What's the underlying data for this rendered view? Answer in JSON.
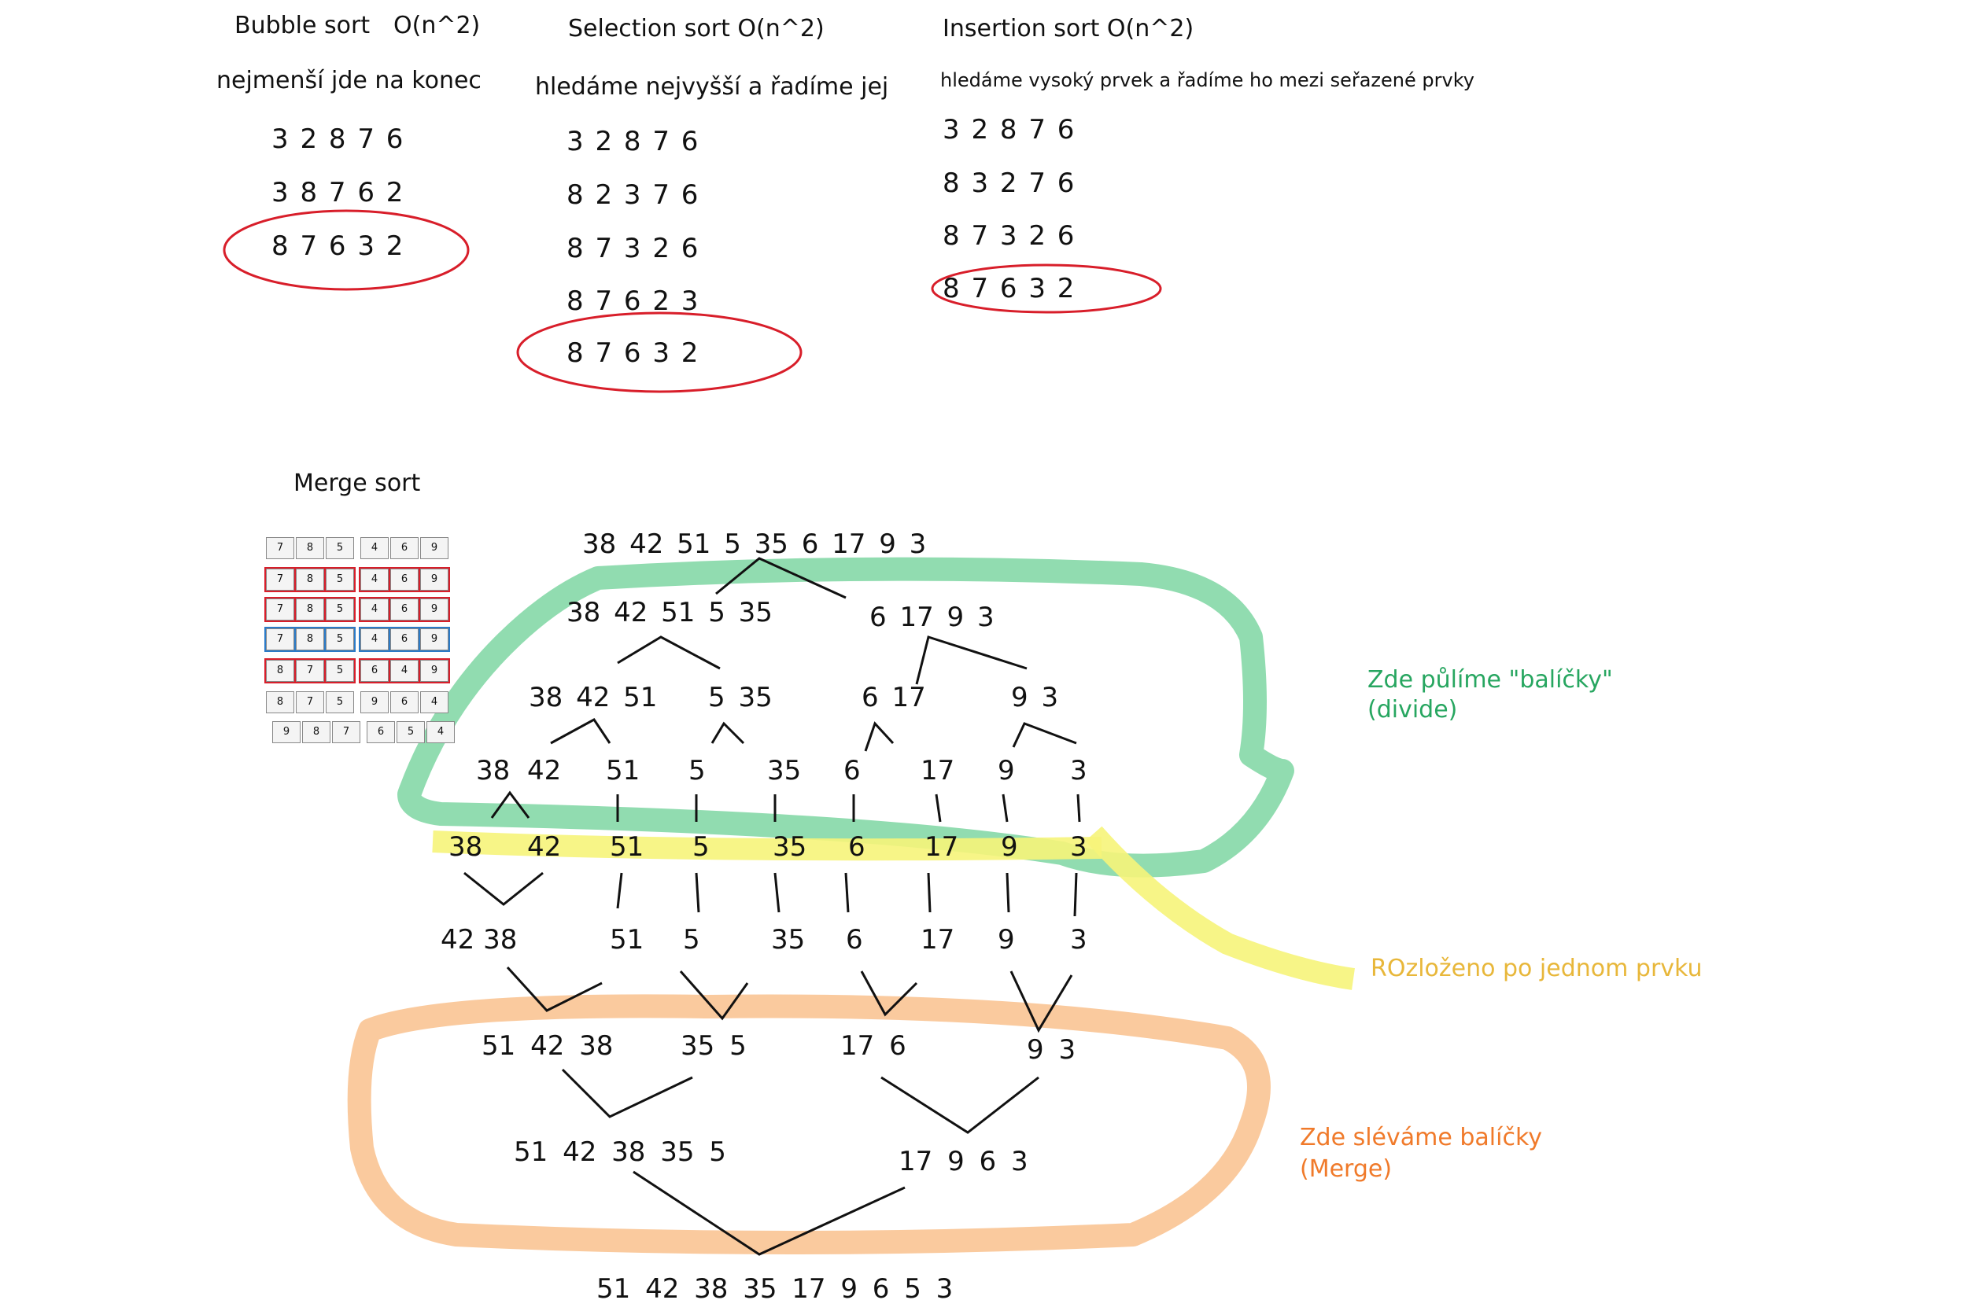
{
  "bubble": {
    "title": "Bubble sort",
    "complexity": "O(n^2)",
    "desc": "nejmenší jde na konec",
    "rows": [
      "3 2 8 7 6",
      "3 8 7 6 2",
      "8 7 6 3 2"
    ]
  },
  "selection": {
    "title": "Selection sort O(n^2)",
    "desc": "hledáme nejvyšší a řadíme jej",
    "rows": [
      "3 2 8 7 6",
      "8 2 3 7 6",
      "8 7 3 2 6",
      "8 7 6 2 3",
      "8 7 6 3 2"
    ]
  },
  "insertion": {
    "title": "Insertion sort O(n^2)",
    "desc": "hledáme vysoký prvek a řadíme ho mezi seřazené prvky",
    "rows": [
      "3 2 8 7 6",
      "8 3 2 7 6",
      "8 7 3 2 6",
      "8 7 6 3 2"
    ]
  },
  "merge": {
    "title": "Merge sort",
    "mini_table": {
      "rows": [
        [
          "7",
          "8",
          "5",
          "4",
          "6",
          "9"
        ],
        [
          "7",
          "8",
          "5",
          "4",
          "6",
          "9"
        ],
        [
          "7",
          "8",
          "5",
          "4",
          "6",
          "9"
        ],
        [
          "7",
          "8",
          "5",
          "4",
          "6",
          "9"
        ],
        [
          "8",
          "7",
          "5",
          "6",
          "4",
          "9"
        ],
        [
          "8",
          "7",
          "5",
          "9",
          "6",
          "4"
        ],
        [
          "9",
          "8",
          "7",
          "6",
          "5",
          "4"
        ]
      ]
    },
    "top": "38 42 51 5 35 6 17 9 3",
    "level1_left": "38 42 51 5 35",
    "level1_right": "6 17 9 3",
    "level2": [
      "38 42 51",
      "5 35",
      "6 17",
      "9 3"
    ],
    "level3": [
      "38",
      "42",
      "51",
      "5",
      "35",
      "6",
      "17",
      "9",
      "3"
    ],
    "singles": [
      "38",
      "42",
      "51",
      "5",
      "35",
      "6",
      "17",
      "9",
      "3"
    ],
    "merge1": [
      "42 38",
      "51",
      "5",
      "35",
      "6",
      "17",
      "9",
      "3"
    ],
    "merge2": [
      "51 42 38",
      "35 5",
      "17 6",
      "9 3"
    ],
    "merge3": [
      "51 42 38 35 5",
      "17 9 6 3"
    ],
    "result": "51 42 38 35 17 9 6 5 3"
  },
  "labels": {
    "divide_line1": "Zde půlíme \"balíčky\"",
    "divide_line2": "(divide)",
    "single": "ROzloženo po jednom prvku",
    "merge_line1": "Zde sléváme balíčky",
    "merge_line2": "(Merge)"
  },
  "colors": {
    "red": "#d81e2a",
    "green": "#7ed6a2",
    "yellow": "#f6f47a",
    "orange": "#f9c493",
    "green_text": "#27a660",
    "yellow_text": "#e8b73a",
    "orange_text": "#f07a2a",
    "blue": "#2b7bc8"
  }
}
